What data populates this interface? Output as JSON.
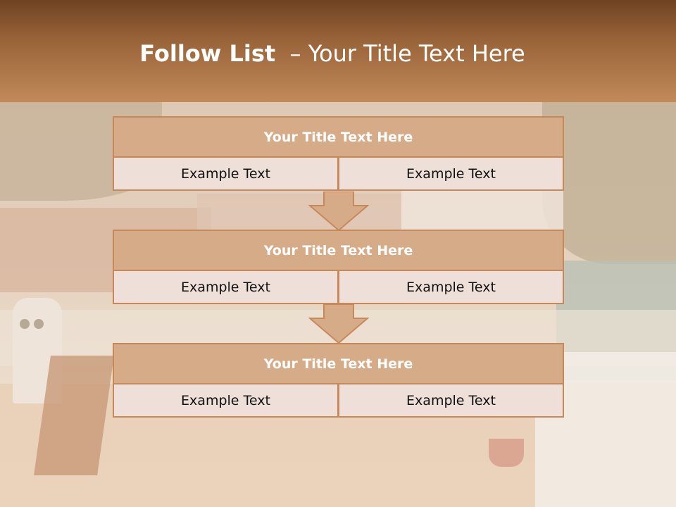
{
  "slide": {
    "title_bold": "Follow List",
    "title_rest": "  – Your Title Text Here"
  },
  "steps": [
    {
      "title": "Your Title Text Here",
      "left_text": "Example Text",
      "right_text": "Example Text"
    },
    {
      "title": "Your Title Text Here",
      "left_text": "Example Text",
      "right_text": "Example Text"
    },
    {
      "title": "Your Title Text Here",
      "left_text": "Example Text",
      "right_text": "Example Text"
    }
  ],
  "colors": {
    "header_dark": "#6e4322",
    "header_light": "#c28a59",
    "box_border": "#c8895a",
    "box_title_fill": "#d6ac88",
    "box_cell_fill": "#eee0d8",
    "arrow_fill": "#d6ac88"
  }
}
